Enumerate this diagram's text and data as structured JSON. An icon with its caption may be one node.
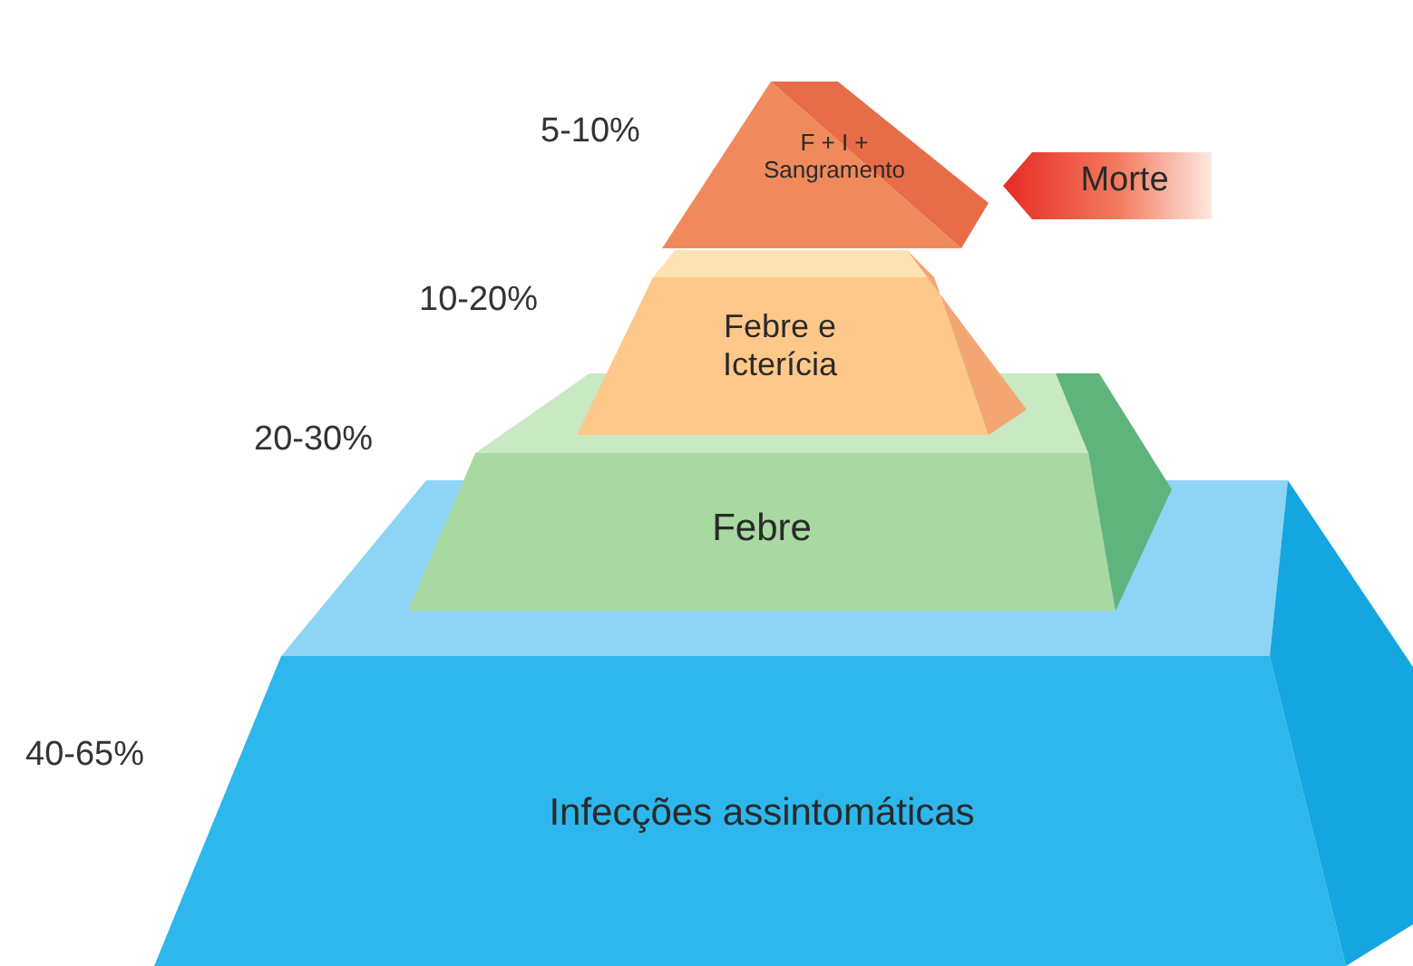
{
  "diagram": {
    "nodes": [
      {
        "text": [
          "F + I + Sangramento"
        ],
        "beside": [
          "5-10%"
        ]
      },
      {
        "text": [
          "Febre e Icterícia"
        ],
        "beside": [
          "10-20%"
        ]
      },
      {
        "text": [
          "Febre"
        ],
        "beside": [
          "20-30%"
        ]
      },
      {
        "text": [
          "Infecções assintomáticas"
        ],
        "beside": [
          "40-65%"
        ]
      },
      {
        "text": [
          "Morte"
        ]
      }
    ]
  }
}
